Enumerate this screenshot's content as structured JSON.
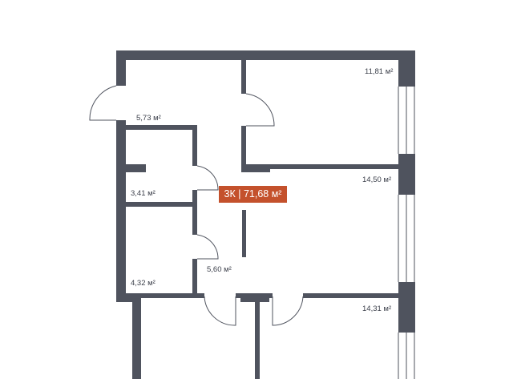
{
  "plan": {
    "badge": "3К | 71,68 м²",
    "rooms": [
      {
        "id": "bedroom-top",
        "area": "11,81 м²"
      },
      {
        "id": "hallway",
        "area": "5,73 м²"
      },
      {
        "id": "bathroom",
        "area": "3,41 м²"
      },
      {
        "id": "living",
        "area": "14,50 м²"
      },
      {
        "id": "storage",
        "area": "4,32 м²"
      },
      {
        "id": "corridor",
        "area": "5,60 м²"
      },
      {
        "id": "bedroom-bottom",
        "area": "14,31 м²"
      }
    ],
    "colors": {
      "wall": "#4f535e",
      "badge": "#c4512c"
    }
  }
}
